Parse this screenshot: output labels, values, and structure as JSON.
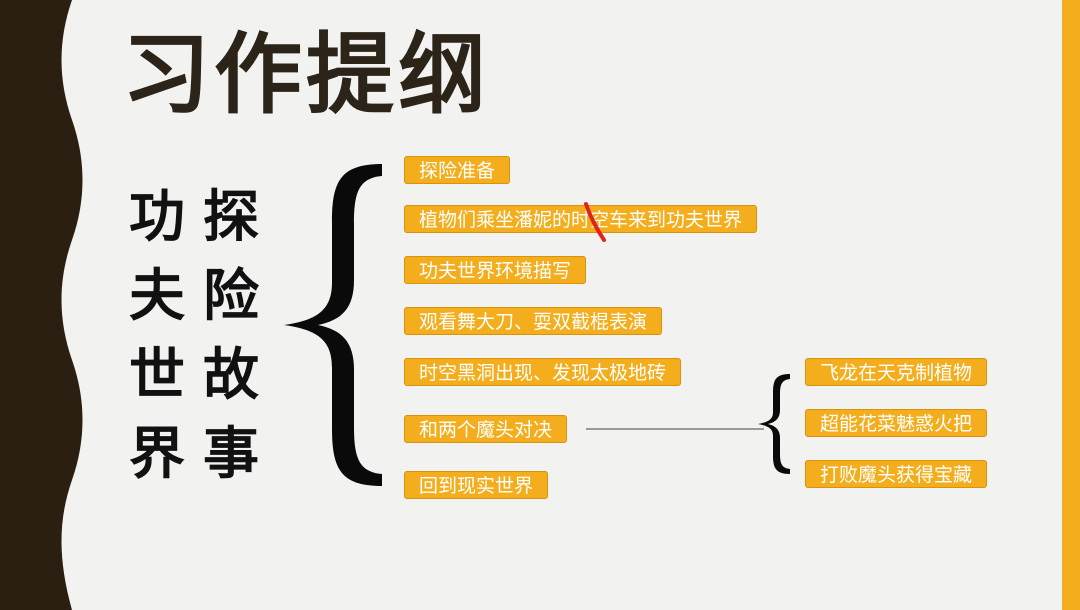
{
  "title": "习作提纲",
  "topic_left": [
    "功",
    "夫",
    "世",
    "界"
  ],
  "topic_right": [
    "探",
    "险",
    "故",
    "事"
  ],
  "main_points": [
    "探险准备",
    "植物们乘坐潘妮的时空车来到功夫世界",
    "功夫世界环境描写",
    "观看舞大刀、耍双截棍表演",
    "时空黑洞出现、发现太极地砖",
    "和两个魔头对决",
    "回到现实世界"
  ],
  "sub_points": [
    "飞龙在天克制植物",
    "超能花菜魅惑火把",
    "打败魔头获得宝藏"
  ],
  "colors": {
    "accent": "#f4ae1d",
    "edge": "#2a1f10",
    "background": "#f2f2f0"
  }
}
